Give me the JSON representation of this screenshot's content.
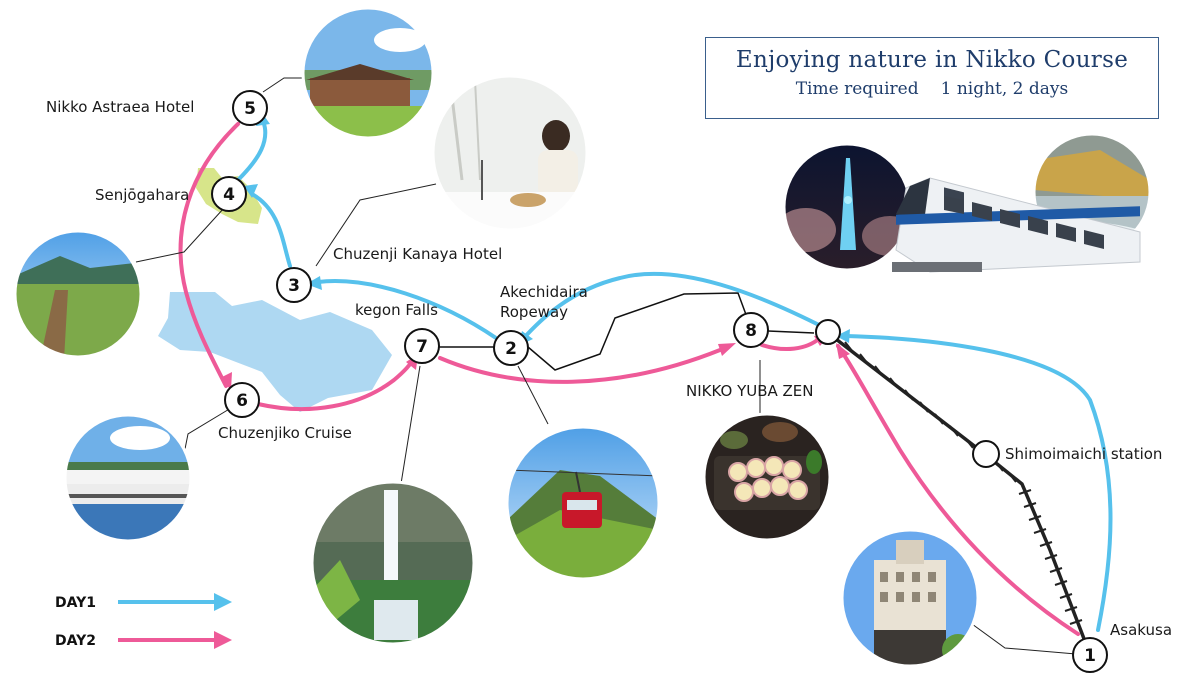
{
  "title": {
    "main": "Enjoying nature in Nikko Course",
    "time_label": "Time required",
    "time_value": "1 night, 2 days"
  },
  "colors": {
    "day1": "#56c1ec",
    "day2": "#ee5a98",
    "lake": "#aed8f2",
    "marsh": "#d7e58a"
  },
  "stops": [
    {
      "num": "1",
      "label": "Asakusa"
    },
    {
      "num": "2",
      "label_line1": "Akechidaira",
      "label_line2": "Ropeway"
    },
    {
      "num": "3",
      "label": "Chuzenji Kanaya Hotel"
    },
    {
      "num": "4",
      "label": "Senjōgahara"
    },
    {
      "num": "5",
      "label": "Nikko Astraea Hotel"
    },
    {
      "num": "6",
      "label": "Chuzenjiko Cruise"
    },
    {
      "num": "7",
      "label": "kegon Falls"
    },
    {
      "num": "8",
      "label": "NIKKO YUBA ZEN"
    }
  ],
  "station_label": "Shimoimaichi station",
  "legend": [
    {
      "label": "DAY1",
      "color": "#56c1ec"
    },
    {
      "label": "DAY2",
      "color": "#ee5a98"
    }
  ],
  "photos": [
    "hotel-exterior-photo",
    "hotel-dining-photo",
    "marsh-photo",
    "cruise-ship-photo",
    "waterfall-photo",
    "ropeway-photo",
    "yuba-food-photo",
    "tower-night-photo",
    "train-photo",
    "onsen-photo",
    "asakusa-station-building-photo"
  ]
}
